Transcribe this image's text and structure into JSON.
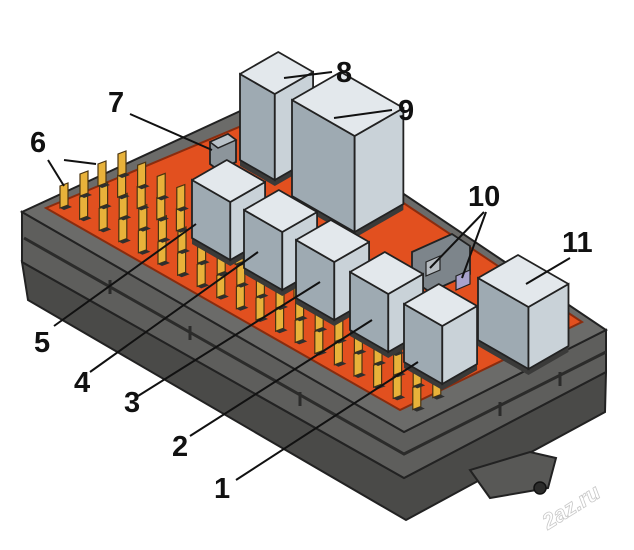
{
  "diagram": {
    "callouts": [
      {
        "id": "1",
        "label": "1"
      },
      {
        "id": "2",
        "label": "2"
      },
      {
        "id": "3",
        "label": "3"
      },
      {
        "id": "4",
        "label": "4"
      },
      {
        "id": "5",
        "label": "5"
      },
      {
        "id": "6",
        "label": "6"
      },
      {
        "id": "7",
        "label": "7"
      },
      {
        "id": "8",
        "label": "8"
      },
      {
        "id": "9",
        "label": "9"
      },
      {
        "id": "10",
        "label": "10"
      },
      {
        "id": "11",
        "label": "11"
      }
    ],
    "watermark": "2az.ru"
  },
  "colors": {
    "housing": "#5e5e5c",
    "housing_dark": "#3c3c3b",
    "board": "#e2501f",
    "relay": "#c9d2d8",
    "relay_shadow": "#9eaab2",
    "terminal": "#e8b23a"
  }
}
